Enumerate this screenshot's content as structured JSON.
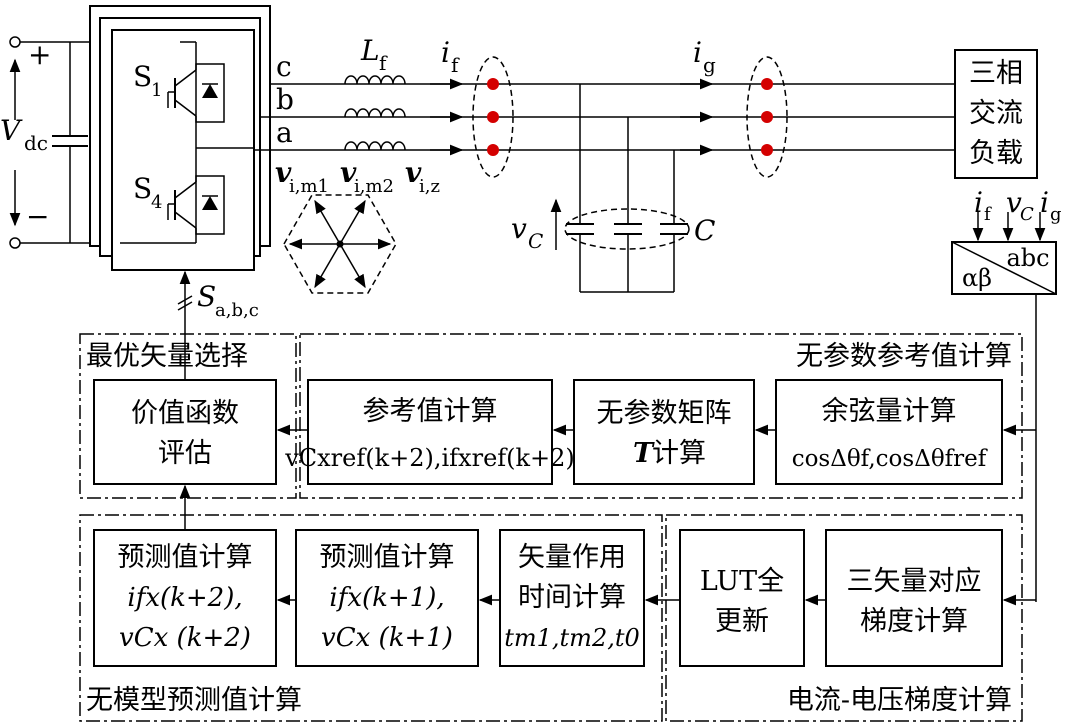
{
  "circuit": {
    "dc_plus": "+",
    "dc_minus": "−",
    "vdc_sym": "V",
    "vdc_sub": "dc",
    "s1_sym": "S",
    "s1_sub": "1",
    "s4_sym": "S",
    "s4_sub": "4",
    "phase_c": "c",
    "phase_b": "b",
    "phase_a": "a",
    "lf_sym": "L",
    "lf_sub": "f",
    "if_sym": "i",
    "if_sub": "f",
    "ig_sym": "i",
    "ig_sub": "g",
    "vm1_sym": "v",
    "vm1_sub": "i,m1",
    "vm2_sym": "v",
    "vm2_sub": "i,m2",
    "vz_sym": "v",
    "vz_sub": "i,z",
    "vc_sym": "v",
    "vc_sub": "C",
    "cap_label": "C",
    "load_line1": "三相",
    "load_line2": "交流",
    "load_line3": "负载",
    "gate_sym": "S",
    "gate_sub": "a,b,c"
  },
  "transform": {
    "in_if_sym": "i",
    "in_if_sub": "f",
    "in_vc_sym": "v",
    "in_vc_sub": "C",
    "in_ig_sym": "i",
    "in_ig_sub": "g",
    "abc": "abc",
    "alphabeta": "αβ"
  },
  "groups": {
    "optimal": "最优矢量选择",
    "param_free": "无参数参考值计算",
    "model_free": "无模型预测值计算",
    "gradient": "电流-电压梯度计算"
  },
  "blocks": {
    "cost_l1": "价值函数",
    "cost_l2": "评估",
    "ref_title": "参考值计算",
    "ref_formula": "vCxref(k+2),ifxref(k+2)",
    "matrix_l1": "无参数矩阵",
    "matrix_T": "T",
    "matrix_l2": "计算",
    "cos_title": "余弦量计算",
    "cos_formula": "cosΔθf,cosΔθfref",
    "pred2_title": "预测值计算",
    "pred2_l2": "ifx(k+2),",
    "pred2_l3": "vCx (k+2)",
    "pred1_title": "预测值计算",
    "pred1_l2": "ifx(k+1),",
    "pred1_l3": "vCx (k+1)",
    "time_l1": "矢量作用",
    "time_l2": "时间计算",
    "time_l3": "tm1,tm2,t0",
    "lut_l1": "LUT全",
    "lut_l2": "更新",
    "grad_l1": "三矢量对应",
    "grad_l2": "梯度计算"
  }
}
